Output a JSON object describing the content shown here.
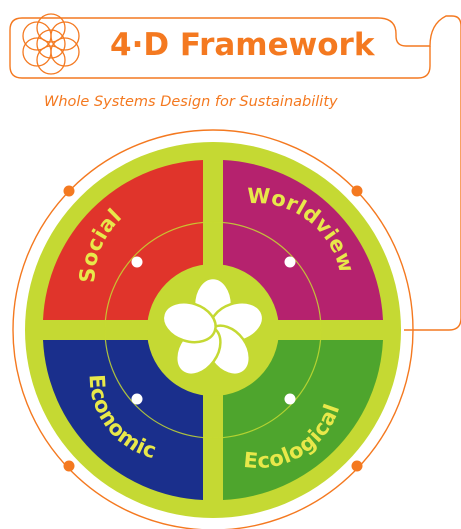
{
  "header": {
    "title": "4·D Framework",
    "subtitle": "Whole Systems Design for Sustainability",
    "logo_icon": "flower-of-life-icon"
  },
  "diagram": {
    "center_icon": "lotus-flower-icon",
    "quadrants": [
      {
        "id": "social",
        "label": "Social",
        "color": "#e0342b"
      },
      {
        "id": "worldview",
        "label": "Worldview",
        "color": "#b5226e"
      },
      {
        "id": "economic",
        "label": "Economic",
        "color": "#1a2f8c"
      },
      {
        "id": "ecological",
        "label": "Ecological",
        "color": "#4ea52d"
      }
    ]
  },
  "colors": {
    "accent": "#f47920",
    "lime": "#c5d933",
    "label": "#e8e84a"
  }
}
